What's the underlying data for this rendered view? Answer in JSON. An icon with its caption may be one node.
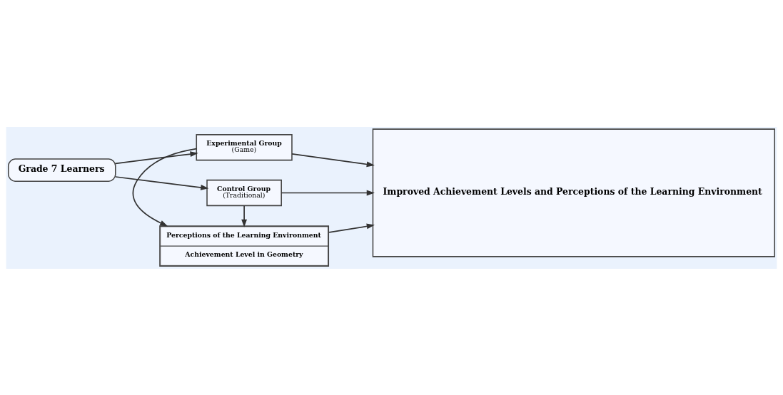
{
  "diagram": {
    "nodes": [
      {
        "text": [
          "Grade 7 Learners"
        ]
      },
      {
        "text": [
          "Experimental Group",
          "(Game)"
        ]
      },
      {
        "text": [
          "Perceptions of the Learning Environment",
          "Achievement Level in Geometry"
        ]
      },
      {
        "text": [
          "Control Group",
          "(Traditional)"
        ]
      },
      {
        "text": [
          "Improved Achievement Levels and Perceptions of the Learning Environment"
        ]
      }
    ],
    "edges": [
      {
        "from": 0,
        "to": 1,
        "arrow": "to"
      },
      {
        "from": 0,
        "to": 3,
        "arrow": "to"
      },
      {
        "from": 1,
        "to": 2,
        "arrow": "to"
      },
      {
        "from": 3,
        "to": 2,
        "arrow": "to"
      },
      {
        "from": 1,
        "to": 4,
        "arrow": "to"
      },
      {
        "from": 2,
        "to": 4,
        "arrow": "to"
      },
      {
        "from": 3,
        "to": 4,
        "arrow": "to"
      }
    ]
  }
}
